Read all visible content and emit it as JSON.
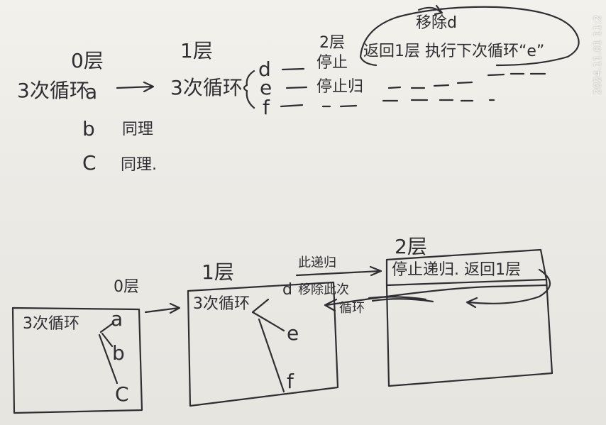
{
  "top_sketch": {
    "level0_label": "0层",
    "level1_label": "1层",
    "level2_label": "2层",
    "loop3_a": "3次循环",
    "item_a": "a",
    "item_b": "b",
    "item_b_note": "同理",
    "item_c": "C",
    "item_c_note": "同理.",
    "loop3_level1": "3次循环",
    "item_d": "d",
    "item_e": "e",
    "item_f": "f",
    "stop_d": "停止",
    "stop_e": "停止归",
    "return_note": "返回1层 执行下次循环“e”",
    "remove_note": "移除d"
  },
  "bottom_sketch": {
    "level0_label": "0层",
    "level1_label": "1层",
    "level2_label": "2层",
    "box0_text": "3次循环",
    "box0_a": "a",
    "box0_b": "b",
    "box0_c": "C",
    "box1_text": "3次循环",
    "box1_d": "d",
    "box1_e": "e",
    "box1_f": "f",
    "arrow_top_note": "此递归",
    "arrow_mid_note": "移除此次",
    "arrow_bottom_note": "循环",
    "box2_text": "停止递归. 返回1层"
  },
  "timestamp": "2024.11.01 11:2"
}
